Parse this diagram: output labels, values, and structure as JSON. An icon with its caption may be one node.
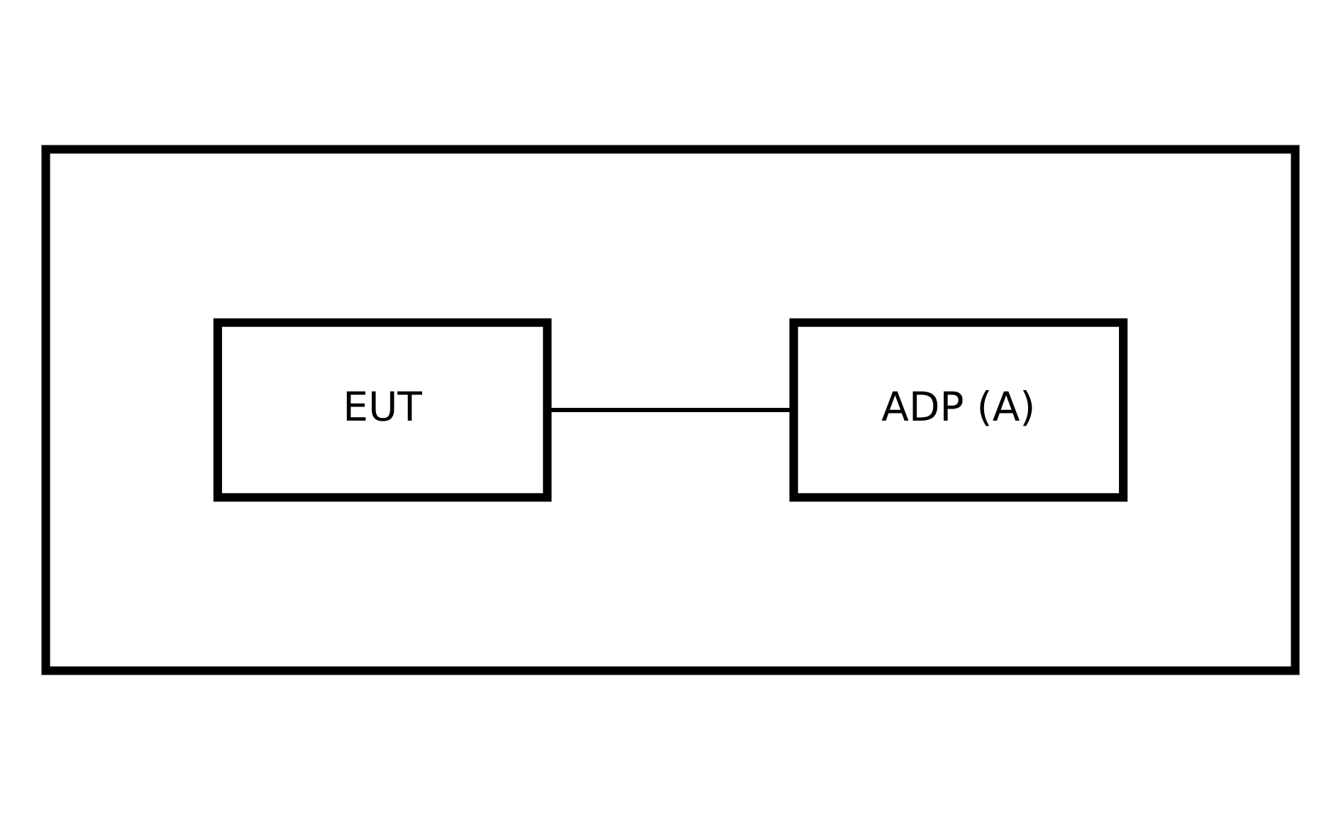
{
  "diagram": {
    "nodes": [
      {
        "text": [],
        "shape": "box"
      },
      {
        "text": [
          "EUT"
        ],
        "in": 0
      },
      {
        "text": [
          "ADP (A)"
        ],
        "in": 0
      }
    ],
    "edges": [
      {
        "from": 1,
        "to": 2,
        "arrow": "none"
      }
    ]
  }
}
